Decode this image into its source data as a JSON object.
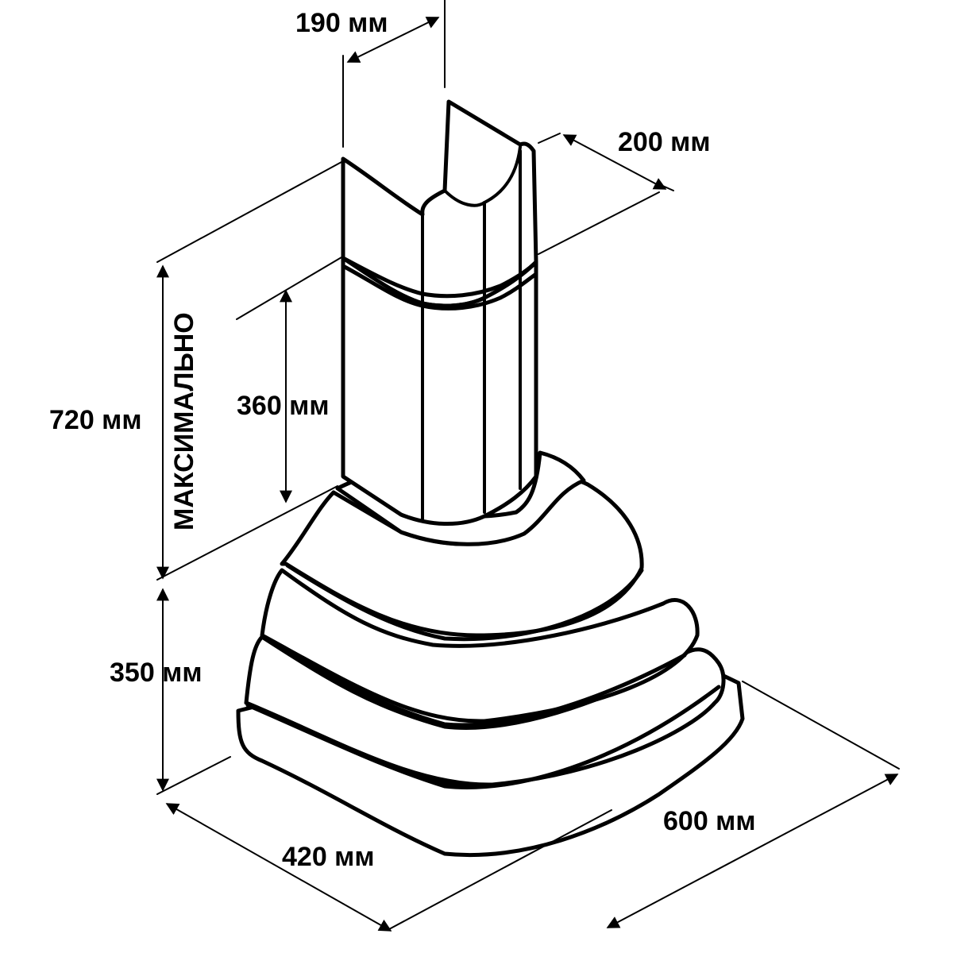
{
  "diagram": {
    "colors": {
      "line": "#000000",
      "background": "#ffffff"
    },
    "dimensions": {
      "duct_width": "190 мм",
      "duct_depth": "200 мм",
      "max_height": "720 мм",
      "max_label": "МАКСИМАЛЬНО",
      "min_height": "360 мм",
      "hood_height": "350 мм",
      "hood_depth": "420 мм",
      "hood_width": "600 мм"
    }
  }
}
